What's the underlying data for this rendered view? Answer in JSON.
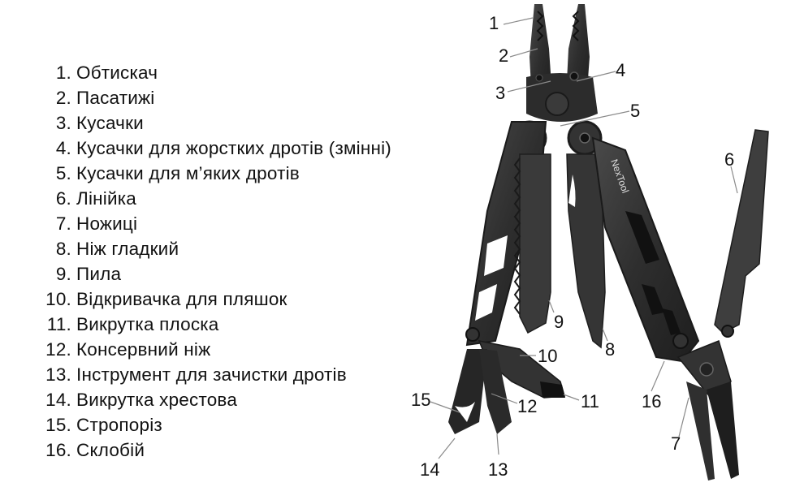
{
  "legend": {
    "items": [
      {
        "num": "1.",
        "label": "Обтискач"
      },
      {
        "num": "2.",
        "label": "Пасатижі"
      },
      {
        "num": "3.",
        "label": "Кусачки"
      },
      {
        "num": "4.",
        "label": "Кусачки для жорстких дротів (змінні)"
      },
      {
        "num": "5.",
        "label": "Кусачки для м’яких дротів"
      },
      {
        "num": "6.",
        "label": "Лінійка"
      },
      {
        "num": "7.",
        "label": "Ножиці"
      },
      {
        "num": "8.",
        "label": "Ніж гладкий"
      },
      {
        "num": "9.",
        "label": "Пила"
      },
      {
        "num": "10.",
        "label": "Відкривачка для пляшок"
      },
      {
        "num": "11.",
        "label": "Викрутка плоска"
      },
      {
        "num": "12.",
        "label": "Консервний ніж"
      },
      {
        "num": "13.",
        "label": "Інструмент для зачистки дротів"
      },
      {
        "num": "14.",
        "label": "Викрутка хрестова"
      },
      {
        "num": "15.",
        "label": "Стропоріз"
      },
      {
        "num": "16.",
        "label": "Склобій"
      }
    ]
  },
  "diagram": {
    "brand_text": "NexTool",
    "callouts": [
      {
        "num": "1"
      },
      {
        "num": "2"
      },
      {
        "num": "3"
      },
      {
        "num": "4"
      },
      {
        "num": "5"
      },
      {
        "num": "6"
      },
      {
        "num": "7"
      },
      {
        "num": "8"
      },
      {
        "num": "9"
      },
      {
        "num": "10"
      },
      {
        "num": "11"
      },
      {
        "num": "12"
      },
      {
        "num": "13"
      },
      {
        "num": "14"
      },
      {
        "num": "15"
      },
      {
        "num": "16"
      }
    ]
  },
  "colors": {
    "background": "#ffffff",
    "text": "#111111",
    "tool_dark": "#2a2a2a",
    "tool_mid": "#3d3d3d",
    "tool_light": "#5a5a5a",
    "leader_line": "#8a8a8a"
  }
}
